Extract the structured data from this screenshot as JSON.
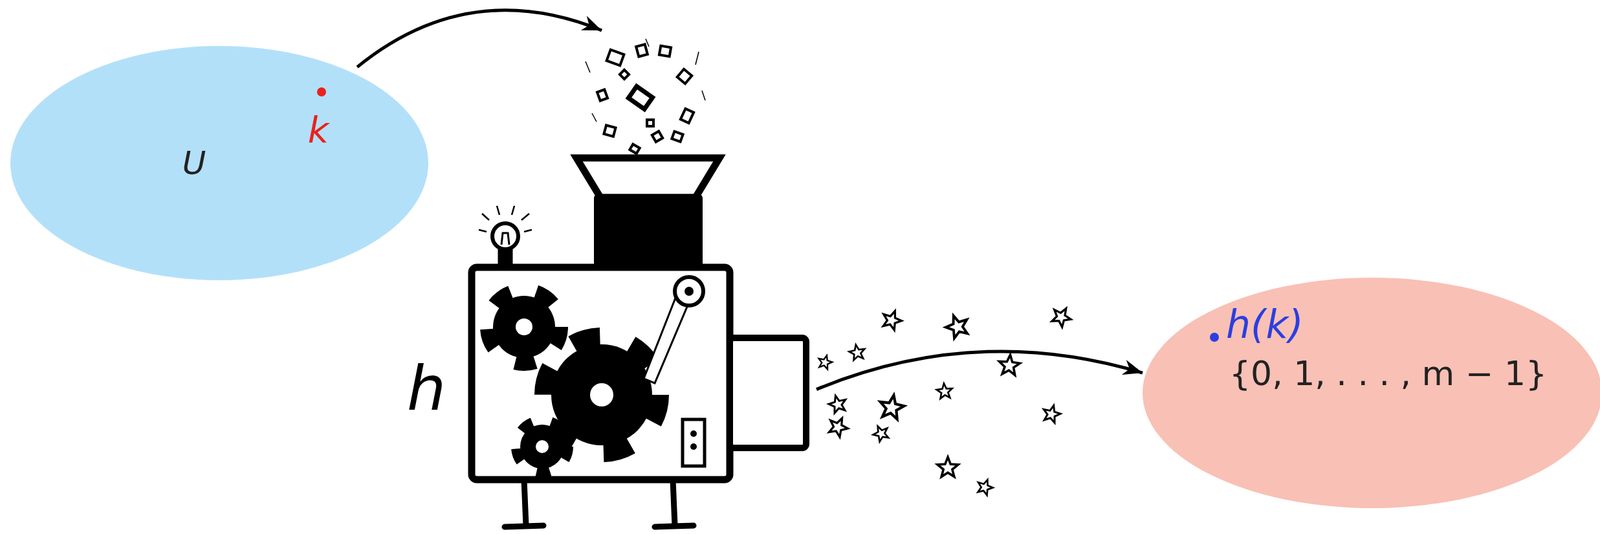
{
  "diagram": {
    "nodes": [
      {
        "text": [
          "U",
          "k"
        ]
      },
      {
        "text": [
          "h"
        ]
      },
      {
        "text": [
          "h(k)",
          "{0, 1, . . . , m − 1}"
        ]
      }
    ],
    "edges": [
      {
        "from": 0,
        "to": 1,
        "arrow": "to"
      },
      {
        "from": 1,
        "to": 2,
        "arrow": "to"
      }
    ]
  }
}
